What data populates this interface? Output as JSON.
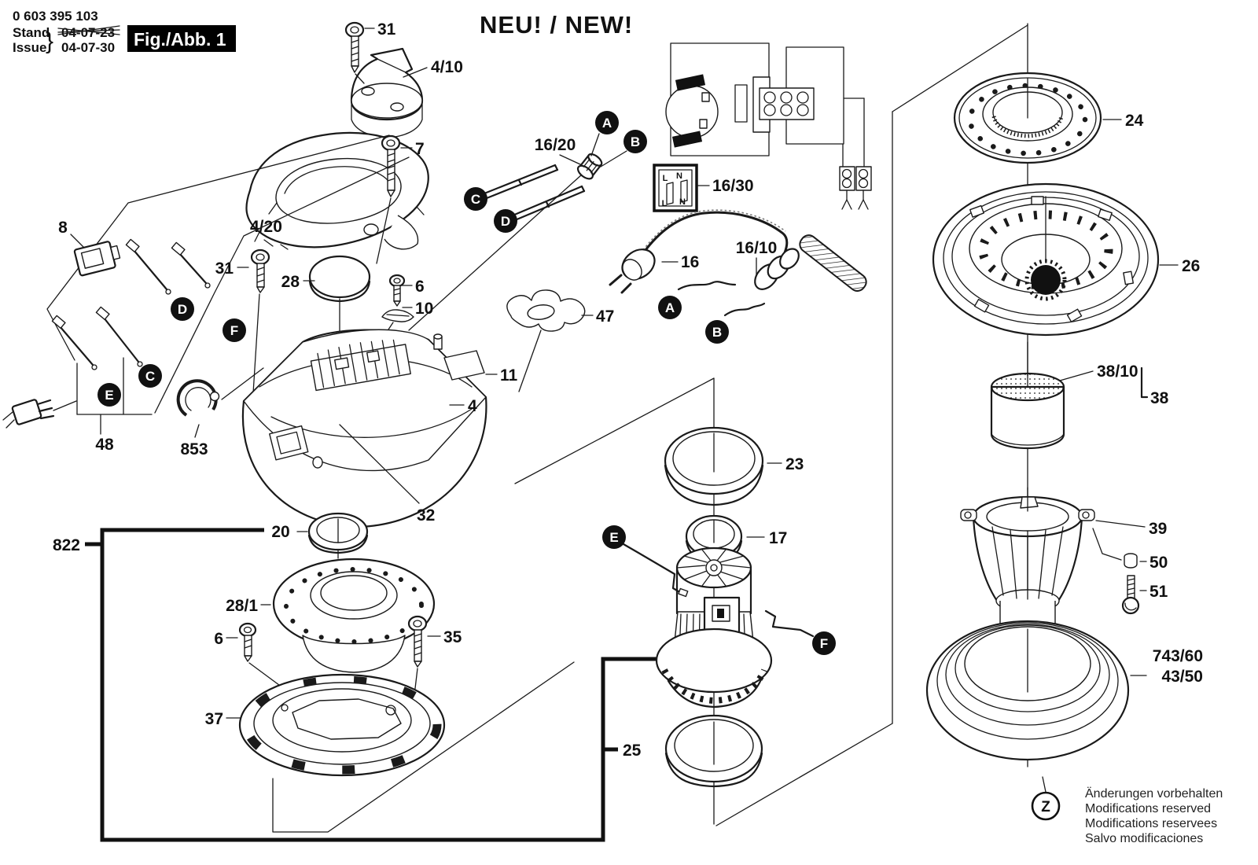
{
  "doc": {
    "part_number": "0 603 395 103",
    "stand_label": "Stand",
    "issue_label": "Issue",
    "brace": "}",
    "stand_date_old": "04-07-23",
    "issue_date": "04-07-30",
    "fig_label": "Fig./Abb. 1",
    "new_banner": "NEU! / NEW!",
    "notes": [
      "Änderungen vorbehalten",
      "Modifications reserved",
      "Modifications reservees",
      "Salvo modificaciones"
    ]
  },
  "wiring": {
    "l": "L",
    "n": "N"
  },
  "balloons": {
    "a": "A",
    "b": "B",
    "c": "C",
    "d": "D",
    "e": "E",
    "f": "F",
    "z": "Z"
  },
  "callouts": {
    "screw31_top": "31",
    "cap410": "4/10",
    "screw7": "7",
    "handle420": "4/20",
    "switch8": "8",
    "screw31_left": "31",
    "pad28": "28",
    "screw6_top": "6",
    "clip10": "10",
    "sleeve1620": "16/20",
    "module1630": "16/30",
    "cord16": "16",
    "cord1610": "16/10",
    "clamp47": "47",
    "label11": "11",
    "housing4": "4",
    "harness48": "48",
    "clamp853": "853",
    "cover32": "32",
    "ring20": "20",
    "kit822": "822",
    "flange281": "28/1",
    "screw6_bottom": "6",
    "screw35": "35",
    "base37": "37",
    "seal23": "23",
    "seal17": "17",
    "seal25": "25",
    "ring24": "24",
    "diffuser26": "26",
    "filter3810": "38/10",
    "filter38": "38",
    "cage39": "39",
    "nut50": "50",
    "screw51": "51",
    "tank74360": "743/60",
    "tank4350": "43/50"
  }
}
